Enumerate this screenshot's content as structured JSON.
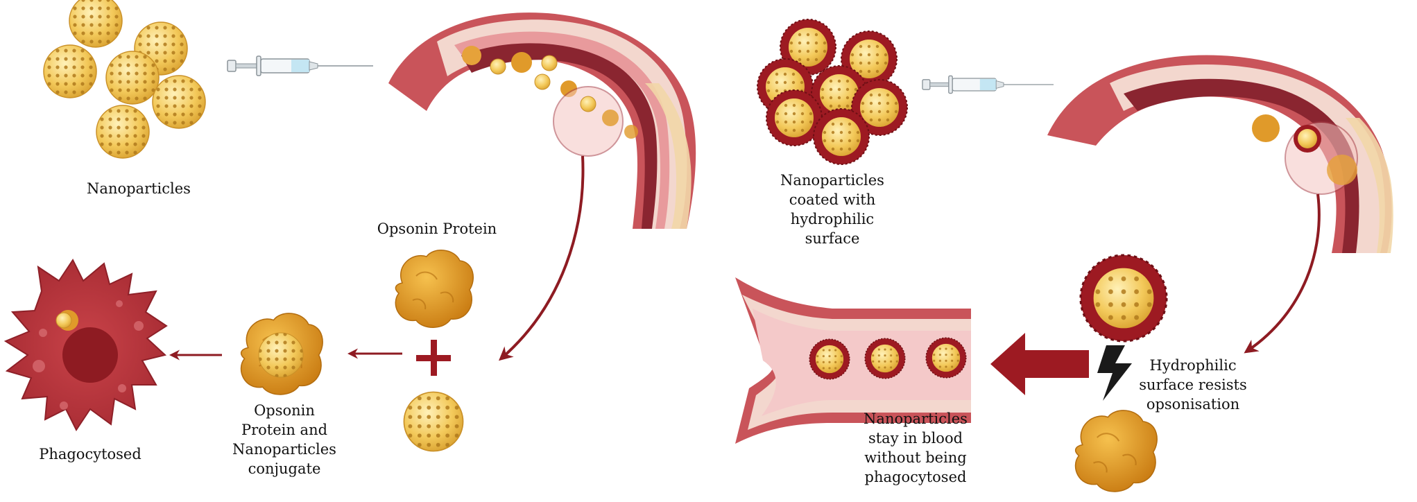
{
  "labels": {
    "nanoparticles": "Nanoparticles",
    "opsonin_protein": "Opsonin Protein",
    "conjugate": [
      "Opsonin",
      "Protein and",
      "Nanoparticles",
      "conjugate"
    ],
    "phagocytosed": "Phagocytosed",
    "coated": [
      "Nanoparticles",
      "coated with",
      "hydrophilic",
      "surface"
    ],
    "resists": [
      "Hydrophilic",
      "surface resists",
      "opsonisation"
    ],
    "stay": [
      "Nanoparticles",
      "stay in blood",
      "without being",
      "phagocytosed"
    ]
  },
  "colors": {
    "nanoparticle_fill": "#f3c95a",
    "nanoparticle_dot": "#b07a1c",
    "coating": "#9d1a22",
    "opsonin": "#e09a2a",
    "vessel_wall": "#cf5a5e",
    "vessel_lumen": "#8a2530",
    "arrow": "#8e1b22",
    "macrophage": "#b0343b",
    "bolt": "#1a1a1a"
  },
  "icons": [
    "syringe-icon",
    "blood-vessel-icon",
    "plus-icon",
    "lightning-icon",
    "macrophage-icon"
  ]
}
